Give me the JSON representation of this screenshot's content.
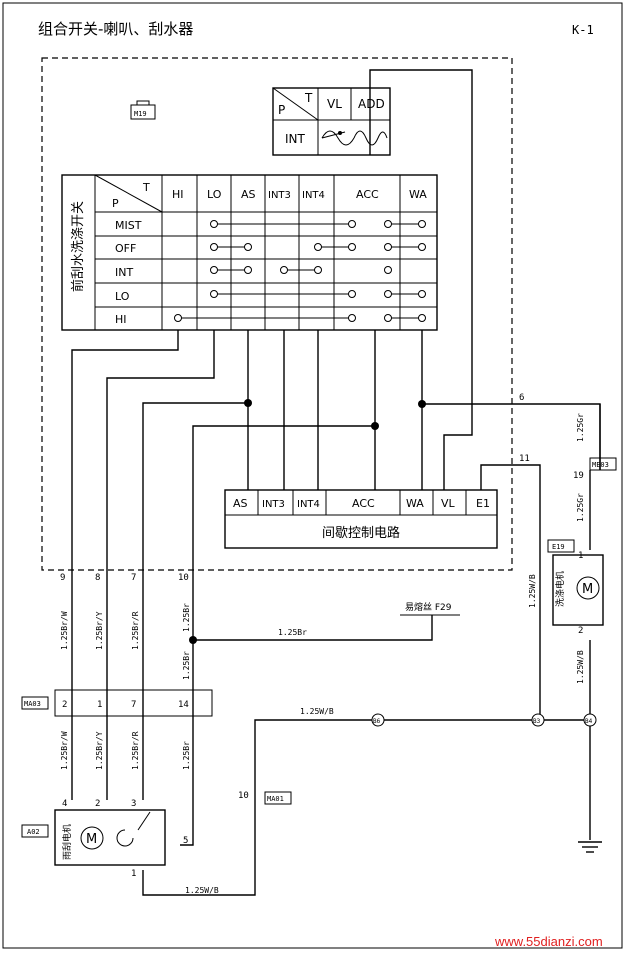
{
  "title": "组合开关-喇叭、刮水器",
  "page_code": "K-1",
  "connectors": {
    "m19": "M19",
    "me03": "ME03",
    "e19": "E19",
    "ma03": "MA03",
    "ma01": "MA01",
    "a02": "A02"
  },
  "top_table": {
    "p": "P",
    "t": "T",
    "vl": "VL",
    "add": "ADD",
    "int": "INT"
  },
  "switch": {
    "side_label": "前刮水洗涤开关",
    "p": "P",
    "t": "T",
    "columns": [
      "HI",
      "LO",
      "AS",
      "INT3",
      "INT4",
      "ACC",
      "WA"
    ],
    "rows": [
      "MIST",
      "OFF",
      "INT",
      "LO",
      "HI"
    ]
  },
  "control_circuit": {
    "label": "间歇控制电路",
    "pins": [
      "AS",
      "INT3",
      "INT4",
      "ACC",
      "WA",
      "VL",
      "E1"
    ]
  },
  "pins": {
    "p9": "9",
    "p8": "8",
    "p7": "7",
    "p10": "10",
    "p6": "6",
    "p11": "11",
    "p19": "19",
    "p1_e19": "1",
    "p2_e19": "2",
    "ma03_2": "2",
    "ma03_1": "1",
    "ma03_7": "7",
    "ma03_14": "14",
    "m4": "4",
    "m2": "2",
    "m3": "3",
    "m5": "5",
    "m1": "1",
    "ma01_10": "10"
  },
  "wires": {
    "brw": "1.25Br/W",
    "bry": "1.25Br/Y",
    "brr": "1.25Br/R",
    "br": "1.25Br",
    "gr": "1.25Gr",
    "wb": "1.25W/B"
  },
  "fuse": "易熔丝 F29",
  "washer_motor": "洗涤电机",
  "wiper_motor": "雨刮电机",
  "motor_symbol": "M",
  "splices": {
    "b6": "B6",
    "b3": "B3",
    "b4": "B4"
  },
  "watermark": "www.55dianzi.com"
}
